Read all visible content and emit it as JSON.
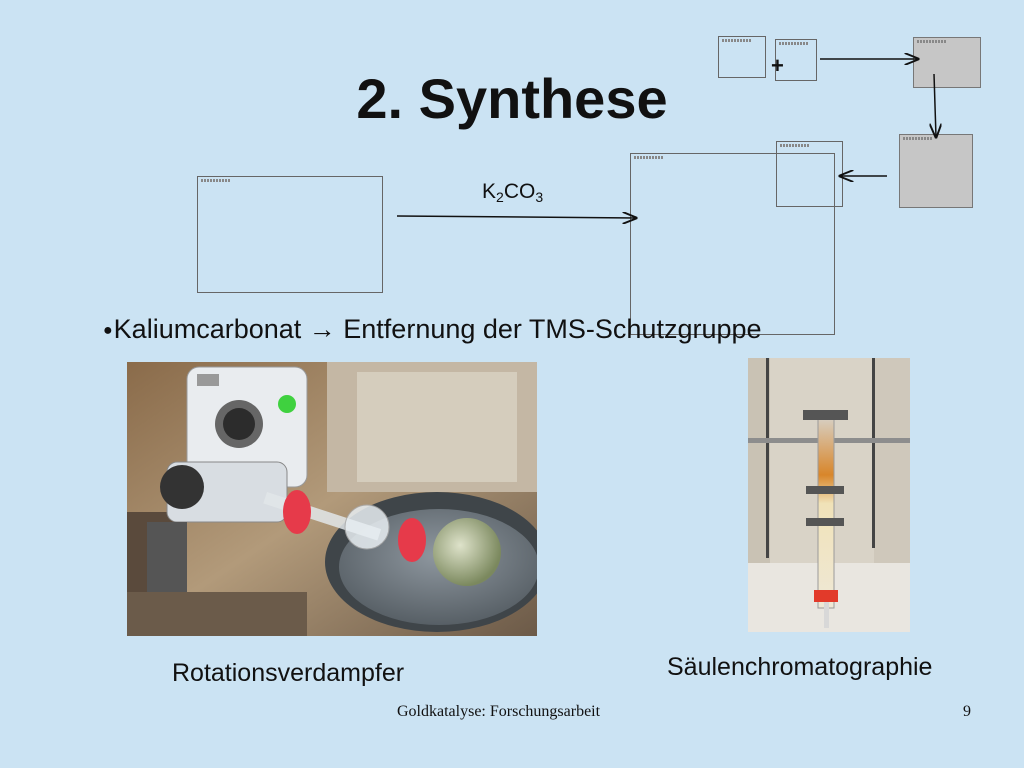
{
  "slide": {
    "title": "2. Synthese",
    "reagent": {
      "main": "K",
      "sub1": "2",
      "mid": "CO",
      "sub2": "3"
    },
    "plus_sign": "+",
    "bullet": "Kaliumcarbonat  → Entfernung der TMS-Schutzgruppe",
    "captions": {
      "left": "Rotationsverdampfer",
      "right": "Säulenchromatographie"
    },
    "footer": {
      "text": "Goldkatalyse: Forschungsarbeit",
      "page_number": "9"
    }
  },
  "colors": {
    "background": "#cbe3f3",
    "placeholder_gray": "#c6c6c6",
    "text": "#111111"
  },
  "icons": {
    "bullet": "bullet-dot-icon",
    "arrow": "arrow-right-icon"
  }
}
